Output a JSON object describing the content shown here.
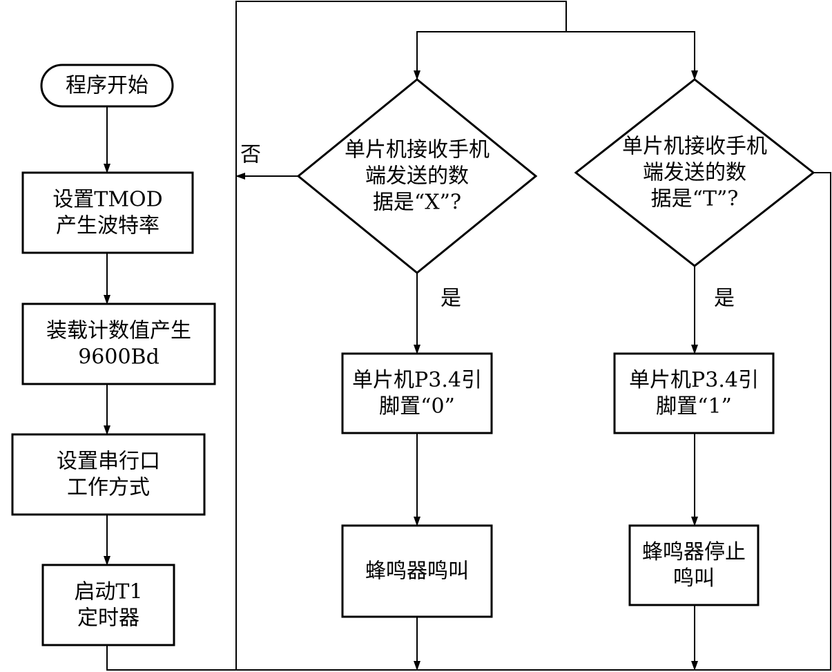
{
  "diagram": {
    "nodes": [
      {
        "id": "start",
        "shape": "terminal",
        "lines": [
          "程序开始"
        ]
      },
      {
        "id": "set-tmod",
        "shape": "process",
        "lines": [
          "设置TMOD",
          "产生波特率"
        ]
      },
      {
        "id": "load-count",
        "shape": "process",
        "lines": [
          "装载计数值产生",
          "9600Bd"
        ]
      },
      {
        "id": "set-serial",
        "shape": "process",
        "lines": [
          "设置串行口",
          "工作方式"
        ]
      },
      {
        "id": "start-timer",
        "shape": "process",
        "lines": [
          "启动T1",
          "定时器"
        ]
      },
      {
        "id": "check-x",
        "shape": "decision",
        "lines": [
          "单片机接收手机",
          "端发送的数",
          "据是“X”?"
        ]
      },
      {
        "id": "check-t",
        "shape": "decision",
        "lines": [
          "单片机接收手机",
          "端发送的数",
          "据是“T”?"
        ]
      },
      {
        "id": "pin-0",
        "shape": "process",
        "lines": [
          "单片机P3.4引",
          "脚置“0”"
        ]
      },
      {
        "id": "pin-1",
        "shape": "process",
        "lines": [
          "单片机P3.4引",
          "脚置“1”"
        ]
      },
      {
        "id": "buzz-on",
        "shape": "process",
        "lines": [
          "蜂鸣器鸣叫"
        ]
      },
      {
        "id": "buzz-off",
        "shape": "process",
        "lines": [
          "蜂鸣器停止",
          "鸣叫"
        ]
      }
    ],
    "edges": [
      {
        "from": "start",
        "to": "set-tmod",
        "label": ""
      },
      {
        "from": "set-tmod",
        "to": "load-count",
        "label": ""
      },
      {
        "from": "load-count",
        "to": "set-serial",
        "label": ""
      },
      {
        "from": "set-serial",
        "to": "start-timer",
        "label": ""
      },
      {
        "from": "start-timer",
        "to": "check-x",
        "label": ""
      },
      {
        "from": "start-timer",
        "to": "check-t",
        "label": ""
      },
      {
        "from": "check-x",
        "to": "pin-0",
        "label": "是"
      },
      {
        "from": "check-t",
        "to": "pin-1",
        "label": "是"
      },
      {
        "from": "check-x",
        "to": "start-timer",
        "label": "否"
      },
      {
        "from": "check-t",
        "to": "start-timer",
        "label": ""
      },
      {
        "from": "pin-0",
        "to": "buzz-on",
        "label": ""
      },
      {
        "from": "pin-1",
        "to": "buzz-off",
        "label": ""
      },
      {
        "from": "buzz-on",
        "to": "start-timer",
        "label": ""
      },
      {
        "from": "buzz-off",
        "to": "start-timer",
        "label": ""
      }
    ]
  }
}
